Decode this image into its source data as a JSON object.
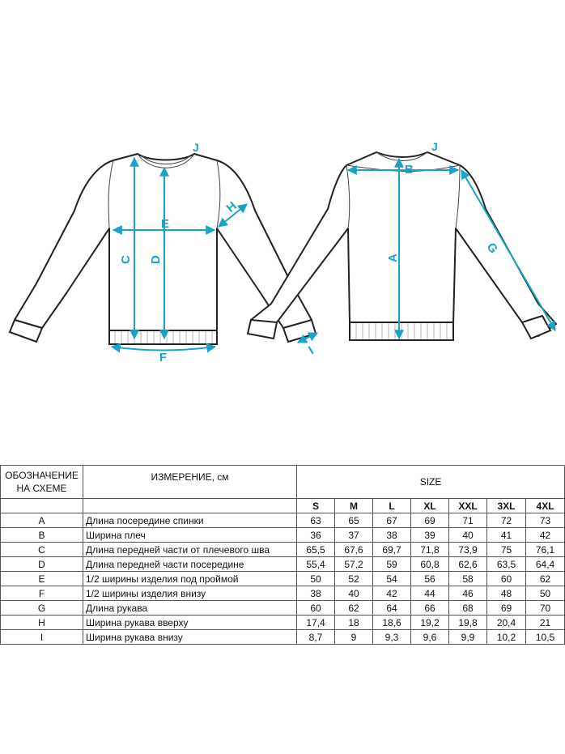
{
  "diagram": {
    "labels": {
      "a": "A",
      "b": "B",
      "c": "C",
      "d": "D",
      "e": "E",
      "f": "F",
      "g": "G",
      "h": "H",
      "i": "I",
      "j_front": "J",
      "j_back": "J"
    },
    "accent_color": "#1aa3c9"
  },
  "table": {
    "header_code": [
      "ОБОЗНАЧЕНИЕ",
      "НА СХЕМЕ"
    ],
    "header_measure": "ИЗМЕРЕНИЕ, см",
    "header_size": "SIZE",
    "sizes": [
      "S",
      "M",
      "L",
      "XL",
      "XXL",
      "3XL",
      "4XL"
    ],
    "rows": [
      {
        "code": "A",
        "name": "Длина посередине спинки",
        "values": [
          "63",
          "65",
          "67",
          "69",
          "71",
          "72",
          "73"
        ]
      },
      {
        "code": "B",
        "name": "Ширина плеч",
        "values": [
          "36",
          "37",
          "38",
          "39",
          "40",
          "41",
          "42"
        ]
      },
      {
        "code": "C",
        "name": "Длина передней части от плечевого шва",
        "values": [
          "65,5",
          "67,6",
          "69,7",
          "71,8",
          "73,9",
          "75",
          "76,1"
        ]
      },
      {
        "code": "D",
        "name": "Длина передней части посередине",
        "values": [
          "55,4",
          "57,2",
          "59",
          "60,8",
          "62,6",
          "63,5",
          "64,4"
        ]
      },
      {
        "code": "E",
        "name": "1/2 ширины изделия под проймой",
        "values": [
          "50",
          "52",
          "54",
          "56",
          "58",
          "60",
          "62"
        ]
      },
      {
        "code": "F",
        "name": "1/2 ширины изделия внизу",
        "values": [
          "38",
          "40",
          "42",
          "44",
          "46",
          "48",
          "50"
        ]
      },
      {
        "code": "G",
        "name": "Длина рукава",
        "values": [
          "60",
          "62",
          "64",
          "66",
          "68",
          "69",
          "70"
        ]
      },
      {
        "code": "H",
        "name": "Ширина рукава вверху",
        "values": [
          "17,4",
          "18",
          "18,6",
          "19,2",
          "19,8",
          "20,4",
          "21"
        ]
      },
      {
        "code": "I",
        "name": "Ширина рукава внизу",
        "values": [
          "8,7",
          "9",
          "9,3",
          "9,6",
          "9,9",
          "10,2",
          "10,5"
        ]
      }
    ]
  }
}
